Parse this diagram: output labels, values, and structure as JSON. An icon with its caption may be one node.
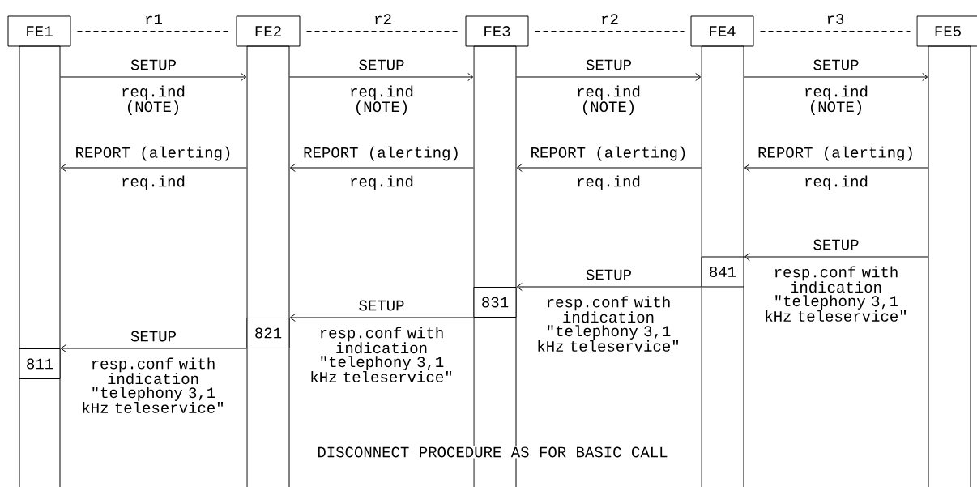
{
  "diagram": {
    "nodes": [
      {
        "text": [
          "FE1"
        ]
      },
      {
        "text": [
          "FE2"
        ]
      },
      {
        "text": [
          "FE3"
        ]
      },
      {
        "text": [
          "FE4"
        ]
      },
      {
        "text": [
          "FE5"
        ]
      },
      {
        "text": [],
        "shape": "bar"
      },
      {
        "text": [],
        "shape": "bar"
      },
      {
        "text": [],
        "shape": "bar"
      },
      {
        "text": [],
        "shape": "bar"
      },
      {
        "text": [],
        "shape": "bar"
      },
      {
        "text": [
          "841"
        ],
        "in": 8
      },
      {
        "text": [
          "831"
        ],
        "in": 7
      },
      {
        "text": [
          "821"
        ],
        "in": 6
      },
      {
        "text": [
          "811"
        ],
        "in": 5
      }
    ],
    "edges": [
      {
        "from": 0,
        "to": 1,
        "arrow": "none",
        "style": "dashed",
        "label": "r1"
      },
      {
        "from": 1,
        "to": 2,
        "arrow": "none",
        "style": "dashed",
        "label": "r2"
      },
      {
        "from": 2,
        "to": 3,
        "arrow": "none",
        "style": "dashed",
        "label": "r2"
      },
      {
        "from": 3,
        "to": 4,
        "arrow": "none",
        "style": "dashed",
        "label": "r3"
      },
      {
        "from": 5,
        "to": 6,
        "arrow": "to",
        "label": "SETUP"
      },
      {
        "from": 6,
        "to": 7,
        "arrow": "to",
        "label": "SETUP"
      },
      {
        "from": 7,
        "to": 8,
        "arrow": "to",
        "label": "SETUP"
      },
      {
        "from": 8,
        "to": 9,
        "arrow": "to",
        "label": "SETUP"
      },
      {
        "from": 6,
        "to": 5,
        "arrow": "to",
        "label": "REPORT (alerting)"
      },
      {
        "from": 7,
        "to": 6,
        "arrow": "to",
        "label": "REPORT (alerting)"
      },
      {
        "from": 8,
        "to": 7,
        "arrow": "to",
        "label": "REPORT (alerting)"
      },
      {
        "from": 9,
        "to": 8,
        "arrow": "to",
        "label": "REPORT (alerting)"
      },
      {
        "from": 9,
        "to": 8,
        "arrow": "to",
        "label": "SETUP"
      },
      {
        "from": 8,
        "to": 7,
        "arrow": "to",
        "label": "SETUP"
      },
      {
        "from": 7,
        "to": 6,
        "arrow": "to",
        "label": "SETUP"
      },
      {
        "from": 6,
        "to": 5,
        "arrow": "to",
        "label": "SETUP"
      }
    ],
    "labels": [
      "req.ind (NOTE)",
      "req.ind (NOTE)",
      "req.ind (NOTE)",
      "req.ind (NOTE)",
      "req.ind",
      "req.ind",
      "req.ind",
      "req.ind",
      "resp.conf with indication \"telephony 3,1 kHz teleservice\"",
      "resp.conf with indication \"telephony 3,1 kHz teleservice\"",
      "resp.conf with indication \"telephony 3,1 kHz teleservice\"",
      "resp.conf with indication \"telephony 3,1 kHz teleservice\"",
      "DISCONNECT PROCEDURE AS FOR BASIC CALL"
    ]
  }
}
